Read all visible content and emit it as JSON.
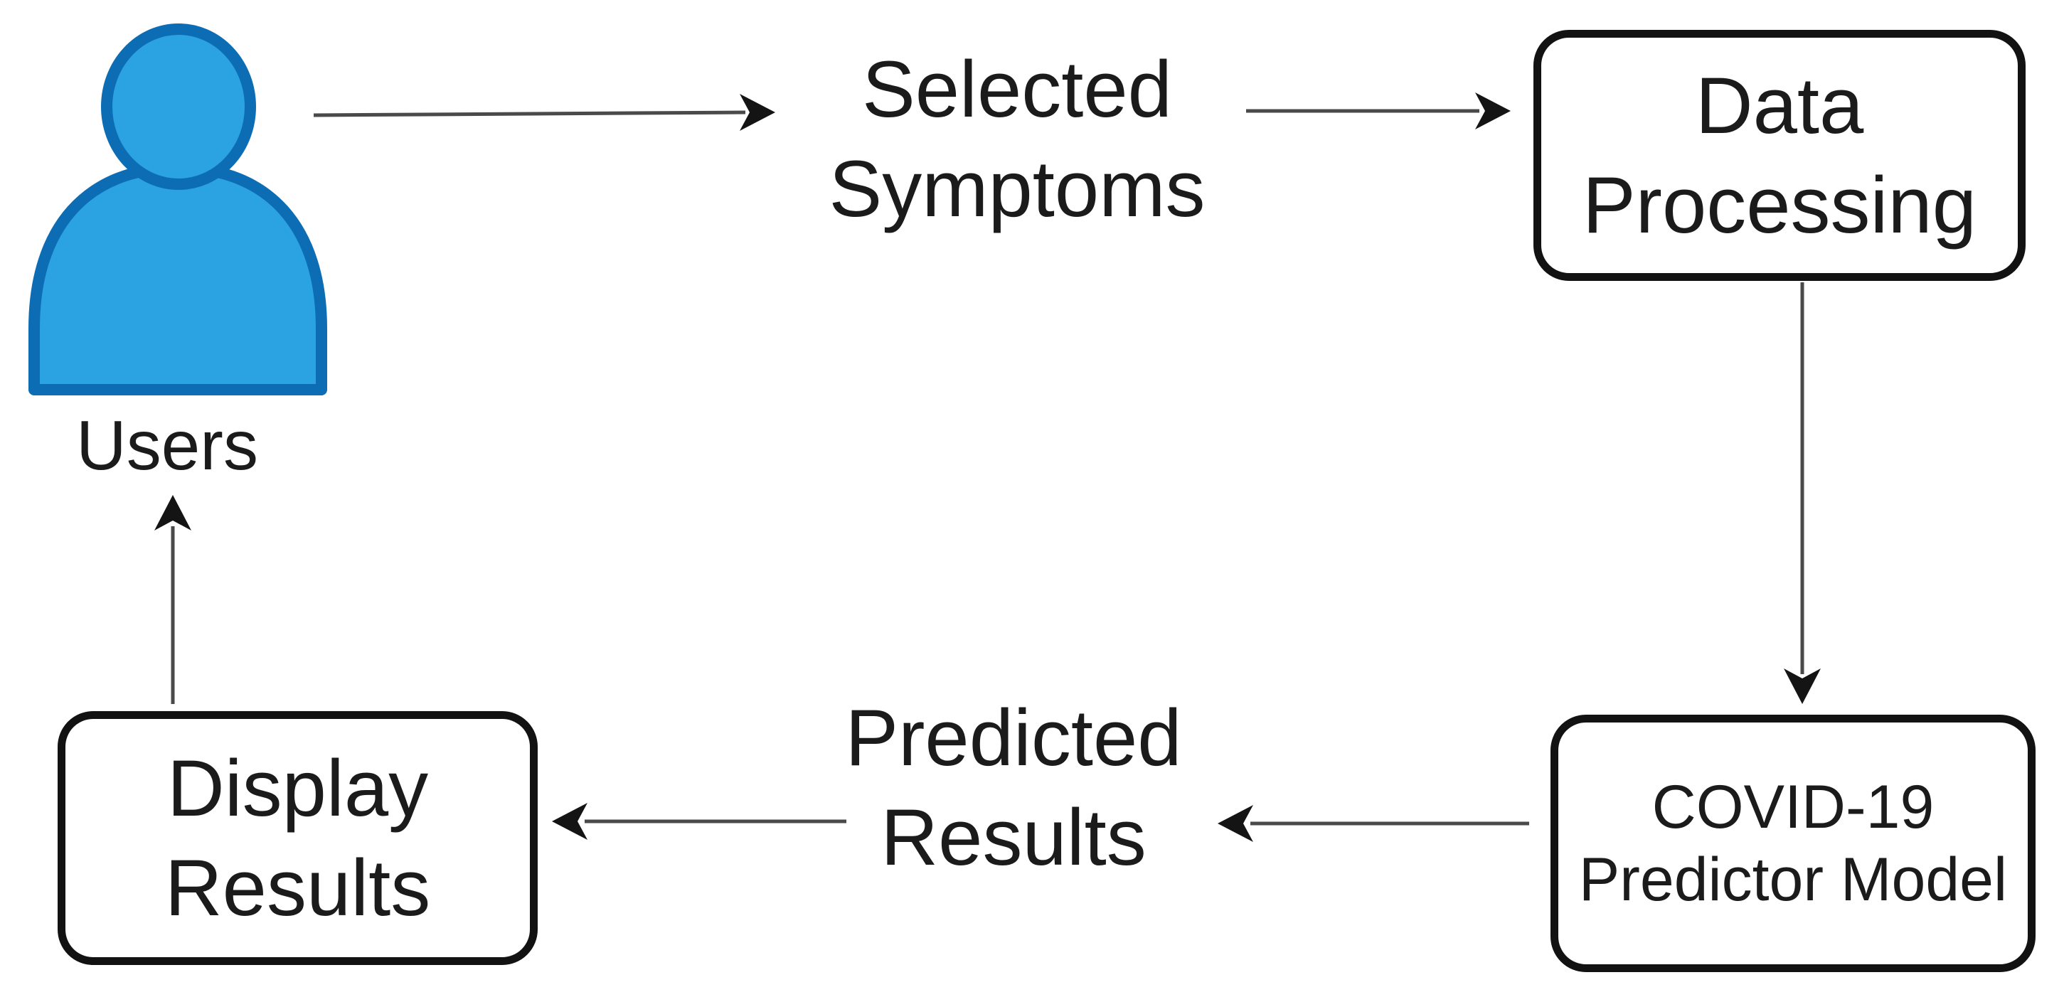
{
  "nodes": {
    "users": {
      "label": "Users"
    },
    "selected_symptoms": {
      "line1": "Selected",
      "line2": "Symptoms"
    },
    "data_processing": {
      "line1": "Data",
      "line2": "Processing"
    },
    "covid_model": {
      "line1": "COVID-19",
      "line2": "Predictor Model"
    },
    "predicted_results": {
      "line1": "Predicted",
      "line2": "Results"
    },
    "display_results": {
      "line1": "Display",
      "line2": "Results"
    }
  },
  "edges": [
    {
      "from": "users",
      "to": "selected_symptoms"
    },
    {
      "from": "selected_symptoms",
      "to": "data_processing"
    },
    {
      "from": "data_processing",
      "to": "covid_model"
    },
    {
      "from": "covid_model",
      "to": "predicted_results"
    },
    {
      "from": "predicted_results",
      "to": "display_results"
    },
    {
      "from": "display_results",
      "to": "users"
    }
  ],
  "icons": {
    "users": "person-icon"
  },
  "colors": {
    "background": "#FFFFFF",
    "text": "#1B1B1B",
    "box_border": "#121212",
    "arrow_line": "#4A4A4A",
    "arrow_head": "#141414",
    "person_fill": "#2BA2E1",
    "person_stroke": "#0C6DB4"
  }
}
